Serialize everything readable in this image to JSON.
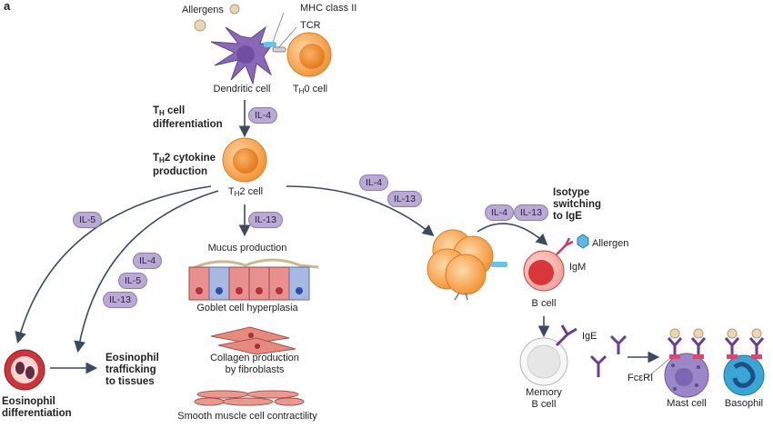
{
  "panel_label": "a",
  "labels": {
    "allergens": "Allergens",
    "mhc": "MHC class II",
    "tcr": "TCR",
    "dendritic": "Dendritic cell",
    "th0_main": "T",
    "th0_sub": "H",
    "th0_rest": "0 cell",
    "th_diff_main": "T",
    "th_diff_sub": "H",
    "th_diff_rest": " cell",
    "th_diff_line2": "differentiation",
    "th2_prod_main": "T",
    "th2_prod_sub": "H",
    "th2_prod_rest": "2 cytokine",
    "th2_prod_line2": "production",
    "th2cell_main": "T",
    "th2cell_sub": "H",
    "th2cell_rest": "2 cell",
    "isotype_1": "Isotype",
    "isotype_2": "switching",
    "isotype_3": "to IgE",
    "allergen": "Allergen",
    "igm": "IgM",
    "bcell": "B cell",
    "ige": "IgE",
    "memory_1": "Memory",
    "memory_2": "B cell",
    "fceri": "FcεRI",
    "mast": "Mast cell",
    "basophil": "Basophil",
    "mucus": "Mucus production",
    "goblet": "Goblet cell hyperplasia",
    "collagen_1": "Collagen production",
    "collagen_2": "by fibroblasts",
    "smooth": "Smooth muscle cell contractility",
    "eos_traff_1": "Eosinophil",
    "eos_traff_2": "trafficking",
    "eos_traff_3": "to tissues",
    "eos_diff_1": "Eosinophil",
    "eos_diff_2": "differentiation"
  },
  "pills": {
    "il4_top": "IL-4",
    "il5_left": "IL-5",
    "il4_mid": "IL-4",
    "il5_mid": "IL-5",
    "il13_mid": "IL-13",
    "il13_down": "IL-13",
    "il4_right": "IL-4",
    "il13_right": "IL-13",
    "il4_iso": "IL-4",
    "il13_iso": "IL-13"
  },
  "colors": {
    "cytokine_pill": "#b9a9d3",
    "t_cell": "#f39a3e",
    "dendritic": "#8a68b8",
    "b_cell": "#d9403e",
    "eosinophil": "#c9353a",
    "mast_cell": "#9b86c7",
    "basophil": "#3aa6d6",
    "arrow": "#3b4a5e"
  }
}
